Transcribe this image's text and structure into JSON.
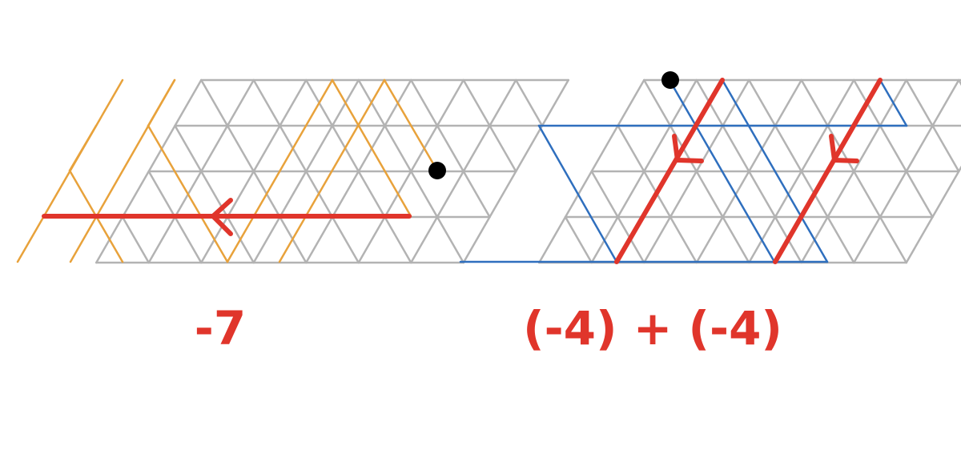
{
  "colors": {
    "grid": "#b3b3b3",
    "orange_path": "#e8a23b",
    "blue_path": "#2f6fbe",
    "red_arrow": "#e0352b",
    "dot": "#000000",
    "caption": "#e0352b"
  },
  "left_panel": {
    "caption": "-7",
    "lattice": {
      "rows": 4,
      "cols": 7
    },
    "arrow_direction": "left"
  },
  "right_panel": {
    "caption": "(-4) + (-4)",
    "lattice": {
      "rows": 4,
      "cols": 7
    },
    "arrow_direction": "down-left"
  }
}
